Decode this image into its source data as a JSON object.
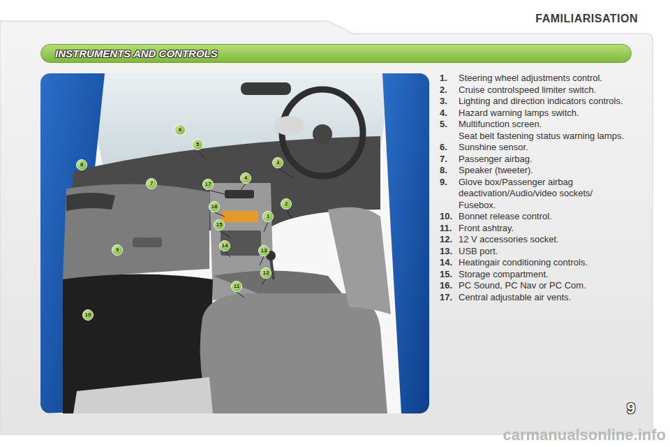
{
  "diagram": {
    "title": "FAMILIARISATION",
    "nodes": [
      {
        "text": [
          "INSTRUMENTS AND CONTROLS"
        ]
      }
    ],
    "labels": [
      "1",
      "2",
      "3",
      "4",
      "5",
      "6",
      "7",
      "8",
      "9",
      "10",
      "11",
      "12",
      "13",
      "14",
      "15",
      "16",
      "17",
      "1.",
      "Steering wheel adjustments control.",
      "2.",
      "Cruise controlspeed limiter switch.",
      "3.",
      "Lighting and direction indicators controls.",
      "4.",
      "Hazard warning lamps switch.",
      "5.",
      "Multifunction screen.",
      "Seat belt fastening status warning lamps.",
      "6.",
      "Sunshine sensor.",
      "7.",
      "Passenger airbag.",
      "8.",
      "Speaker (tweeter).",
      "9.",
      "Glove box/Passenger airbag deactivation/Audio/video sockets/ Fusebox.",
      "10.",
      "Bonnet release control.",
      "11.",
      "Front ashtray.",
      "12.",
      "12 V accessories socket.",
      "13.",
      "USB port.",
      "14.",
      "Heatingair conditioning controls.",
      "15.",
      "Storage compartment.",
      "16.",
      "PC Sound, PC Nav or PC Com.",
      "17.",
      "Central adjustable air vents.",
      "9",
      "carmanualsonline.info"
    ]
  }
}
